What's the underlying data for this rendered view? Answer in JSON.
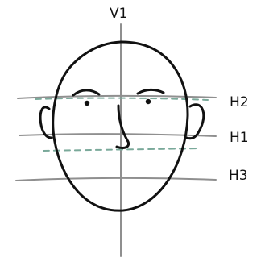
{
  "labels": {
    "vertical": "V1",
    "h2": "H2",
    "h1": "H1",
    "h3": "H3"
  },
  "colors": {
    "background": "#ffffff",
    "ink": "#111111",
    "guide": "#8f8f8f",
    "dashed_guide": "#7aa99a"
  }
}
